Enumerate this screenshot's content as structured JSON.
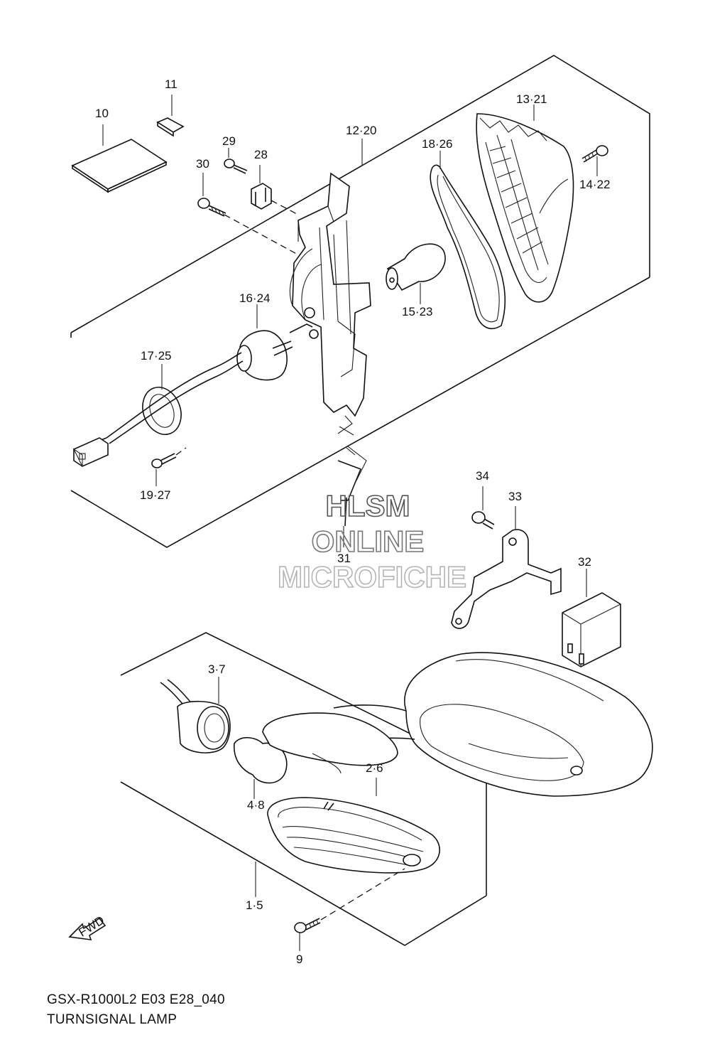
{
  "diagram": {
    "model_code": "GSX-R1000L2 E03 E28_040",
    "section_title": "TURNSIGNAL LAMP",
    "fwd_label": "FWD",
    "watermark": {
      "line1": "HLSM",
      "line2": "ONLINE",
      "line3": "MICROFICHE"
    },
    "callouts": {
      "p10": "10",
      "p11": "11",
      "p30": "30",
      "p29": "29",
      "p28": "28",
      "p12_20": "12·20",
      "p18_26": "18·26",
      "p13_21": "13·21",
      "p14_22": "14·22",
      "p16_24": "16·24",
      "p15_23": "15·23",
      "p17_25": "17·25",
      "p19_27": "19·27",
      "p31": "31",
      "p34": "34",
      "p33": "33",
      "p32": "32",
      "p3_7": "3·7",
      "p2_6": "2·6",
      "p4_8": "4·8",
      "p1_5": "1·5",
      "p9": "9"
    }
  }
}
